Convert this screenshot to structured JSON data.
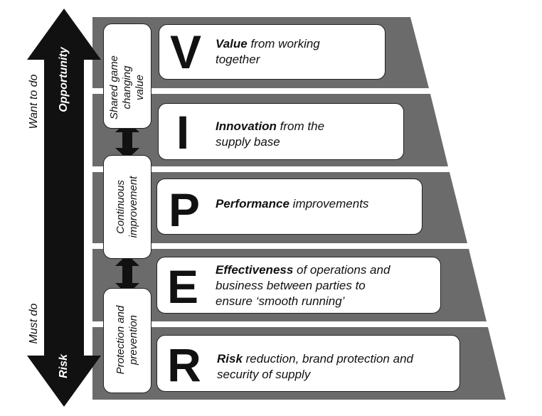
{
  "left_axis": {
    "top_label": "Want to do",
    "bottom_label": "Must do",
    "arrow_top_label": "Opportunity",
    "arrow_bottom_label": "Risk"
  },
  "side_boxes": [
    {
      "lines": [
        "Shared game",
        "changing",
        "value"
      ]
    },
    {
      "lines": [
        "Continuous",
        "improvement"
      ]
    },
    {
      "lines": [
        "Protection and",
        "prevention"
      ]
    }
  ],
  "tiers": [
    {
      "letter": "V",
      "bold": "Value",
      "rest_line1": " from working",
      "line2": "together"
    },
    {
      "letter": "I",
      "bold": "Innovation",
      "rest_line1": " from the",
      "line2": "supply base"
    },
    {
      "letter": "P",
      "bold": "Performance",
      "rest_line1": " improvements",
      "line2": ""
    },
    {
      "letter": "E",
      "bold": "Effectiveness",
      "rest_line1": " of operations and",
      "line2": "business between parties to",
      "line3": "ensure ‘smooth running’"
    },
    {
      "letter": "R",
      "bold": "Risk",
      "rest_line1": " reduction, brand protection and",
      "line2": "security of supply"
    }
  ],
  "colors": {
    "band": "#6b6b6b",
    "arrow": "#111111",
    "box_border": "#222222"
  }
}
